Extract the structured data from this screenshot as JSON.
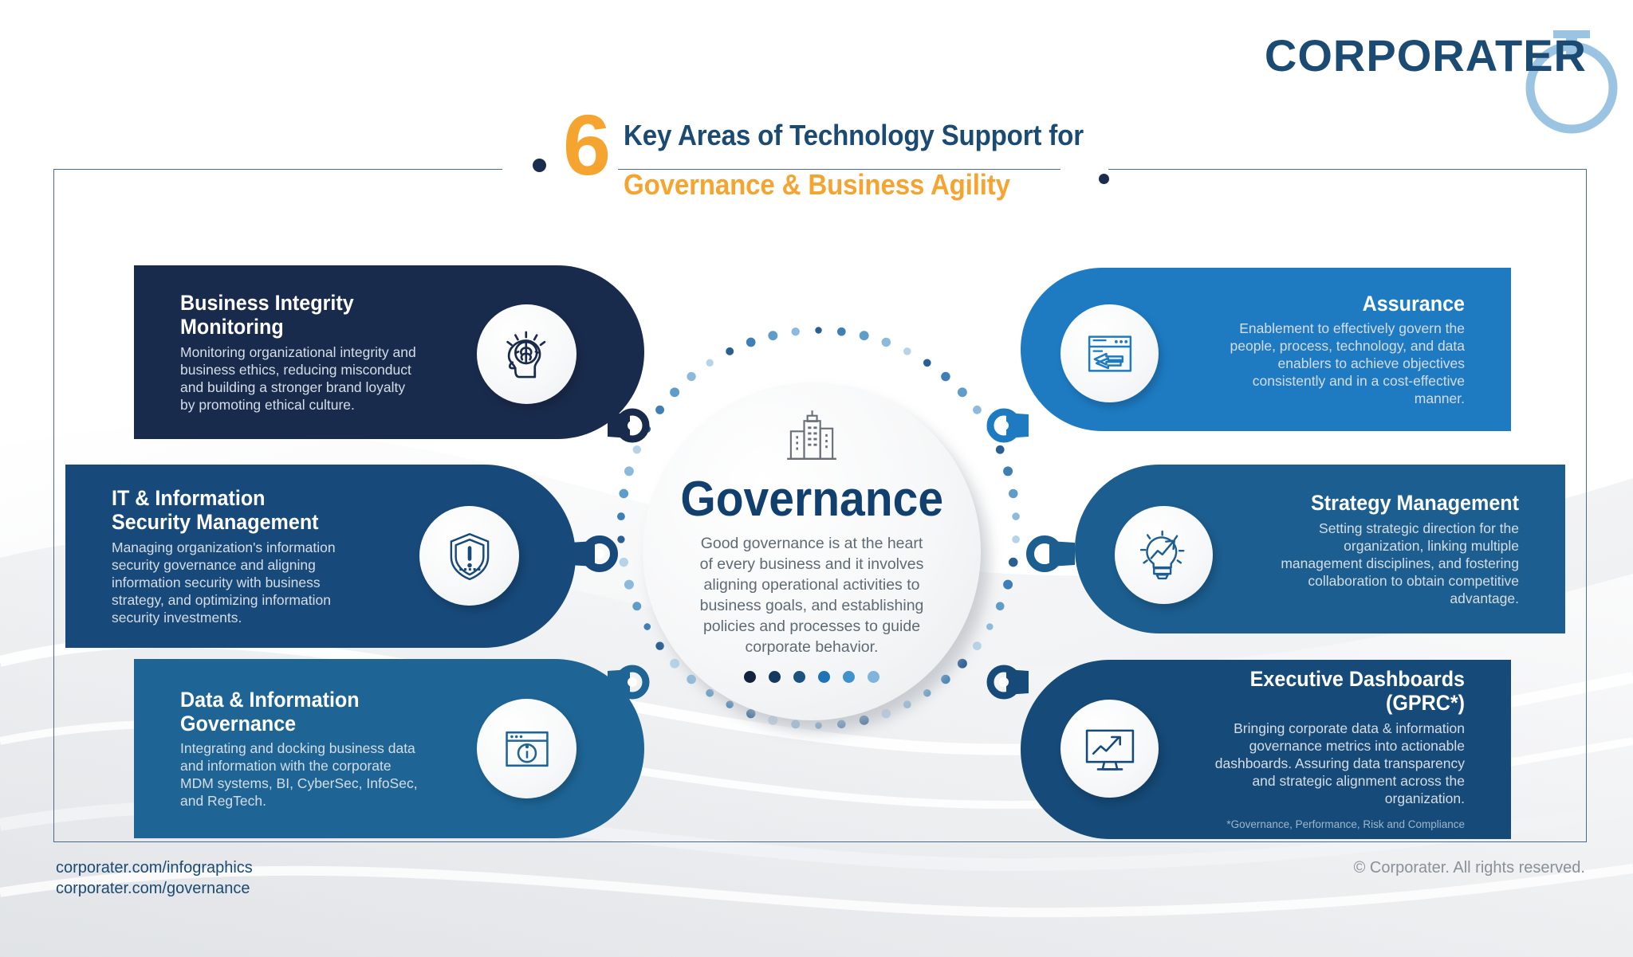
{
  "brand": {
    "logo_text": "CORPORATER",
    "logo_icon": "target-crosshair-icon",
    "navy": "#1b4a72",
    "light_blue": "#9bc4e2",
    "orange": "#f5a430"
  },
  "header": {
    "number": "6",
    "line1": "Key Areas of Technology Support for",
    "line2": "Governance & Business Agility"
  },
  "center": {
    "icon": "office-building-icon",
    "title": "Governance",
    "description": "Good governance is at the heart of every business and it involves aligning operational activities to business goals, and establishing policies and processes to guide corporate behavior.",
    "dot_colors": [
      "#13233f",
      "#14395e",
      "#1b527f",
      "#1f74b5",
      "#4092cd",
      "#7fb4dc"
    ]
  },
  "cards_left": [
    {
      "title": "Business Integrity Monitoring",
      "body": "Monitoring organizational integrity and business ethics, reducing misconduct and building a stronger brand loyalty by promoting ethical culture.",
      "icon": "head-brain-icon",
      "bg": "#192B4C"
    },
    {
      "title": "IT & Information\nSecurity Management",
      "title_line1": "IT & Information",
      "title_line2": "Security Management",
      "body": "Managing organization's information security governance and aligning information security with business strategy, and optimizing information security investments.",
      "icon": "shield-alert-icon",
      "bg": "#17497A"
    },
    {
      "title_line1": "Data & Information",
      "title_line2": "Governance",
      "body": "Integrating and docking business data and information with the corporate MDM systems, BI, CyberSec, InfoSec, and RegTech.",
      "icon": "info-window-icon",
      "bg": "#1E6596"
    }
  ],
  "cards_right": [
    {
      "title": "Assurance",
      "body": "Enablement to effectively govern the people, process, technology, and data enablers to achieve objectives consistently and in a cost-effective manner.",
      "icon": "browser-exchange-icon",
      "bg": "#1E7BC2"
    },
    {
      "title": "Strategy Management",
      "body": "Setting strategic direction for the organization, linking multiple management disciplines, and fostering collaboration to obtain competitive advantage.",
      "icon": "lightbulb-growth-icon",
      "bg": "#1C5E90"
    },
    {
      "title": "Executive Dashboards (GPRC*)",
      "body": "Bringing corporate data & information governance metrics into actionable dashboards. Assuring data transparency and strategic alignment across the organization.",
      "footnote": "*Governance, Performance, Risk and Compliance",
      "icon": "dashboard-monitor-icon",
      "bg": "#164A78"
    }
  ],
  "footer": {
    "link1": "corporater.com/infographics",
    "link2": "corporater.com/governance",
    "copyright": "© Corporater. All rights reserved."
  }
}
